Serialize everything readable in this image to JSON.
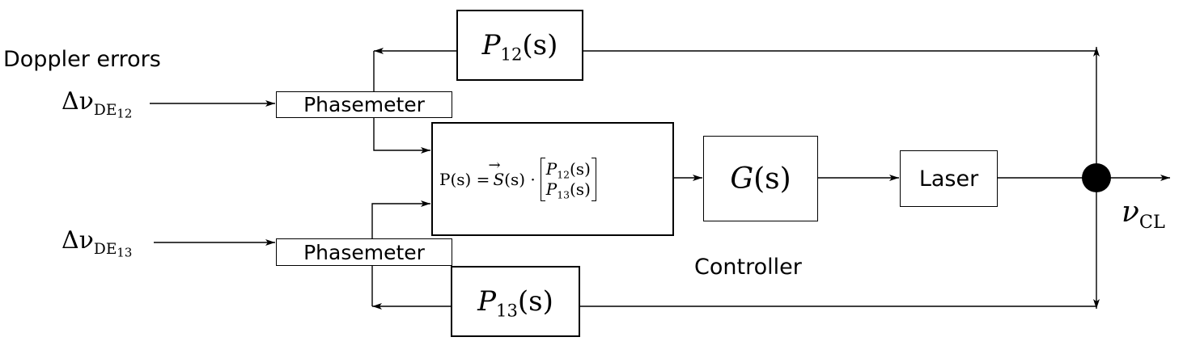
{
  "title": "Doppler errors",
  "inputs": {
    "de12": {
      "symbol": "Δν",
      "sub_main": "DE",
      "sub_index": "12"
    },
    "de13": {
      "symbol": "Δν",
      "sub_main": "DE",
      "sub_index": "13"
    }
  },
  "blocks": {
    "phasemeter_top": "Phasemeter",
    "phasemeter_bottom": "Phasemeter",
    "p12": {
      "func": "P",
      "sub": "12",
      "arg": "(s)"
    },
    "p13": {
      "func": "P",
      "sub": "13",
      "arg": "(s)"
    },
    "controller_eq": {
      "lhs": "P(s) = ",
      "vec": "S",
      "vec_arg": "(s) · ",
      "row1_func": "P",
      "row1_sub": "12",
      "row1_arg": "(s)",
      "row2_func": "P",
      "row2_sub": "13",
      "row2_arg": "(s)"
    },
    "g": {
      "func": "G",
      "arg": "(s)"
    },
    "laser": "Laser"
  },
  "controller_label": "Controller",
  "output": {
    "symbol": "ν",
    "sub": "CL"
  },
  "colors": {
    "line": "#000000",
    "background": "#ffffff"
  }
}
